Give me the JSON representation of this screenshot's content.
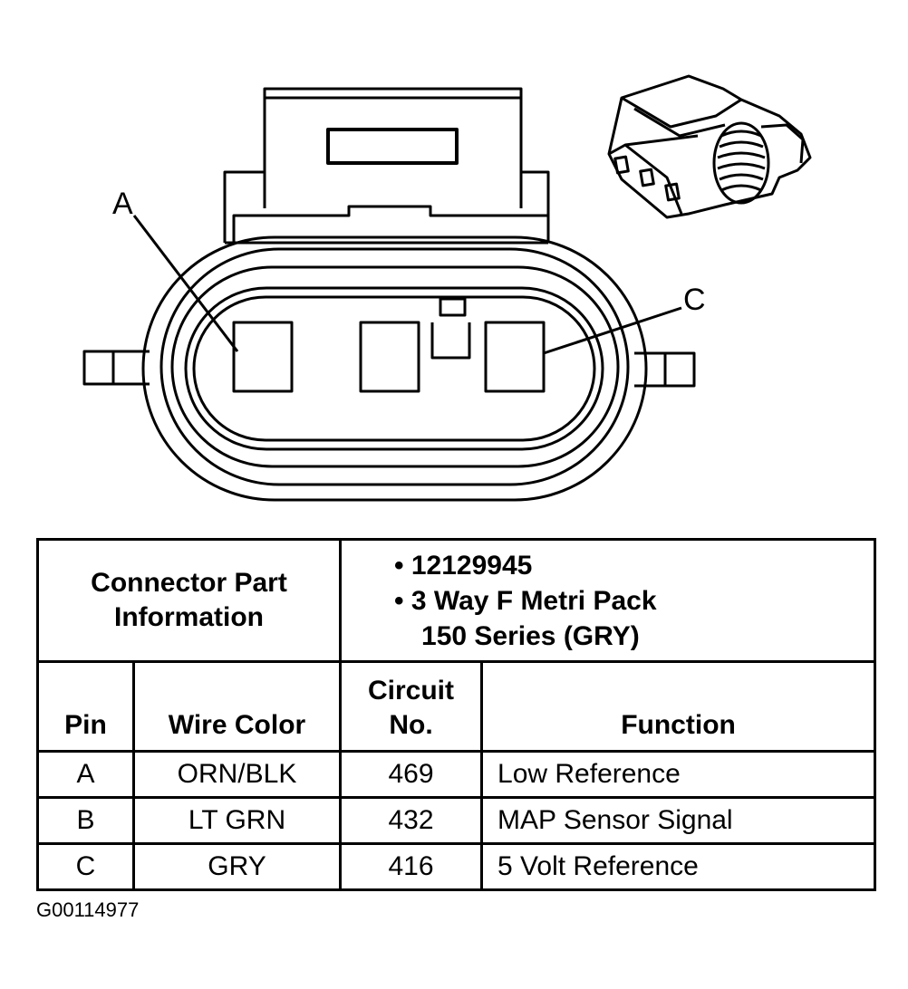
{
  "callouts": {
    "a": "A",
    "c": "C"
  },
  "table": {
    "part_label_line1": "Connector Part",
    "part_label_line2": "Information",
    "bullets": [
      "12129945",
      "3 Way F Metri Pack"
    ],
    "bullet_continuation": "150 Series (GRY)",
    "headers": {
      "pin": "Pin",
      "wire_color": "Wire Color",
      "circuit_line1": "Circuit",
      "circuit_line2": "No.",
      "function": "Function"
    },
    "rows": [
      {
        "pin": "A",
        "wire_color": "ORN/BLK",
        "circuit": "469",
        "function": "Low Reference"
      },
      {
        "pin": "B",
        "wire_color": "LT GRN",
        "circuit": "432",
        "function": "MAP Sensor Signal"
      },
      {
        "pin": "C",
        "wire_color": "GRY",
        "circuit": "416",
        "function": "5 Volt Reference"
      }
    ]
  },
  "caption": "G00114977"
}
